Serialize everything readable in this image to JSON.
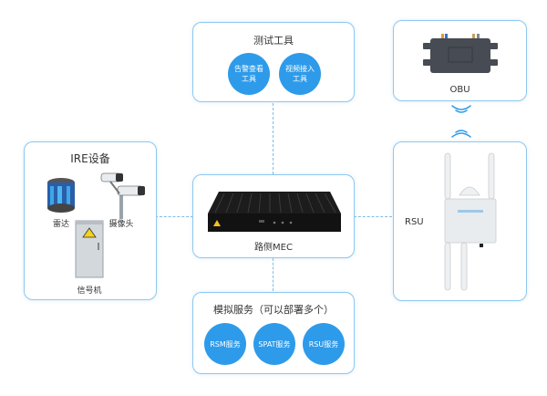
{
  "test_tools": {
    "title": "测试工具",
    "items": [
      {
        "label": "告警查看工具"
      },
      {
        "label": "视频接入工具"
      }
    ]
  },
  "ire_devices": {
    "title": "IRE设备",
    "items": [
      {
        "label": "雷达",
        "icon": "lidar-icon"
      },
      {
        "label": "摄像头",
        "icon": "camera-icon"
      },
      {
        "label": "信号机",
        "icon": "signal-cabinet-icon"
      }
    ]
  },
  "mec": {
    "label": "路侧MEC",
    "icon": "mec-device-icon"
  },
  "simulation_services": {
    "title": "模拟服务（可以部署多个）",
    "items": [
      {
        "label": "RSM服务"
      },
      {
        "label": "SPAT服务"
      },
      {
        "label": "RSU服务"
      }
    ]
  },
  "obu": {
    "label": "OBU",
    "icon": "obu-device-icon"
  },
  "rsu": {
    "label": "RSU",
    "icon": "rsu-device-icon"
  },
  "wireless": {
    "icon": "wireless-signal-icon"
  },
  "colors": {
    "accent": "#2e9bea",
    "border": "#8fc8ee",
    "connector": "#7fbde8"
  }
}
